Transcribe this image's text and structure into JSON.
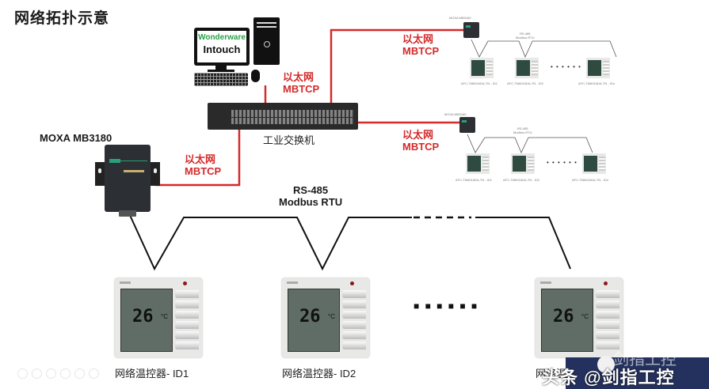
{
  "title": "网络拓扑示意",
  "computer": {
    "software_line1": "Wonderware",
    "software_line2": "Intouch"
  },
  "links": {
    "pc_to_switch": {
      "line1": "以太网",
      "line2": "MBTCP"
    },
    "switch_to_moxa_top": {
      "line1": "以太网",
      "line2": "MBTCP"
    },
    "switch_to_moxa_mid": {
      "line1": "以太网",
      "line2": "MBTCP"
    },
    "switch_to_moxa_main": {
      "line1": "以太网",
      "line2": "MBTCP"
    }
  },
  "switch": {
    "label": "工业交换机"
  },
  "moxa_main": {
    "label": "MOXA MB3180"
  },
  "bus": {
    "line1": "RS-485",
    "line2": "Modbus RTU"
  },
  "remote_branches": [
    {
      "gateway_label": "MOXA MB3180",
      "bus_line1": "RS-485",
      "bus_line2": "Modbus RTU",
      "devices": [
        "AFC-TM6016DA-TN - ID1",
        "AFC-TM6016DA-TN - ID2",
        "AFC-TM6016DA-TN - IDn"
      ],
      "ellipsis": "• • • • • •"
    },
    {
      "gateway_label": "MOXA MB3180",
      "bus_line1": "RS-485",
      "bus_line2": "Modbus RTU",
      "devices": [
        "AFC-TM6016DA-TN - ID1",
        "AFC-TM6016DA-TN - ID2",
        "AFC-TM6016DA-TN - IDn"
      ],
      "ellipsis": "• • • • • •"
    }
  ],
  "thermostats": [
    {
      "temp": "26",
      "unit": "°C",
      "caption": "网络温控器- ID1"
    },
    {
      "temp": "26",
      "unit": "°C",
      "caption": "网络温控器- ID2"
    },
    {
      "temp": "26",
      "unit": "°C",
      "caption": "网络温控器- IDn"
    }
  ],
  "thermostat_ellipsis": "■ ■ ■ ■ ■ ■",
  "watermark": {
    "text": "头条 @剑指工控",
    "ghost": "剑指工控"
  },
  "colors": {
    "ethernet": "#d42a2a",
    "rs485": "#111111",
    "watermark_bg": "#24315e"
  }
}
